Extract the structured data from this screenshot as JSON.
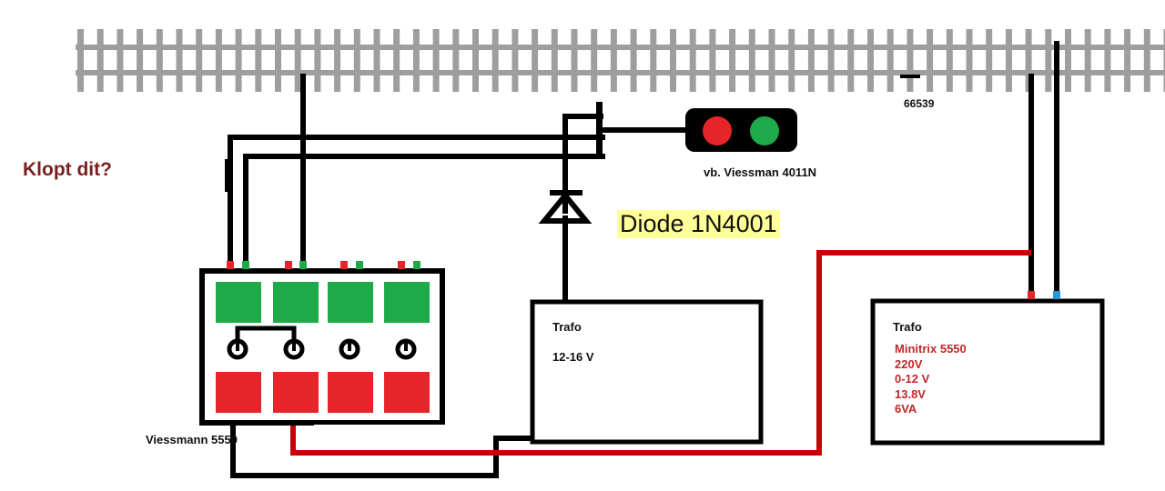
{
  "question": "Klopt dit?",
  "track": {
    "label": "66539"
  },
  "signal": {
    "label": "vb. Viessman 4011N"
  },
  "diode": {
    "label": "Diode 1N4001"
  },
  "switch_panel": {
    "label": "Viessmann 5550"
  },
  "trafo_1": {
    "title": "Trafo",
    "voltage": "12-16 V"
  },
  "trafo_2": {
    "title": "Trafo",
    "specs": [
      "Minitrix 5550",
      "220V",
      "0-12 V",
      "13.8V",
      "6VA"
    ]
  },
  "colors": {
    "wire": "#000000",
    "return_wire": "#c8000a",
    "rail": "#9e9e9e",
    "button_green": "#1faa4a",
    "button_red": "#e5252a",
    "lamp_red": "#e5252a",
    "lamp_green": "#1faa4a",
    "terminal_blue": "#2299dd",
    "spec_text": "#c0282a",
    "question_text": "#7a1f1f",
    "diode_highlight": "#ffff99"
  }
}
